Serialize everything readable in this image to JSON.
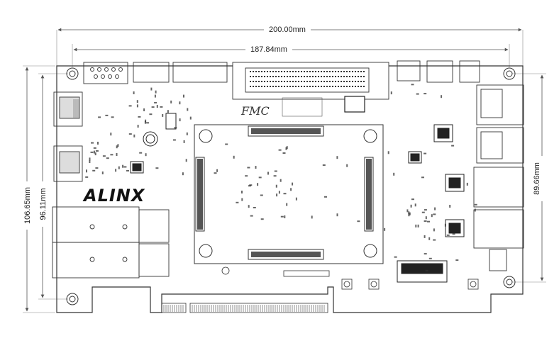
{
  "dimensions": {
    "board_width": "200.00mm",
    "hole_spacing_horizontal": "187.84mm",
    "board_height": "106.65mm",
    "hole_spacing_vertical_left": "96.11mm",
    "hole_spacing_vertical_right": "89.66mm"
  },
  "labels": {
    "brand": "ALINX",
    "fmc": "FMC"
  },
  "colors": {
    "line": "#333333",
    "dim_line": "#555555",
    "component": "#222222",
    "background": "#ffffff"
  }
}
